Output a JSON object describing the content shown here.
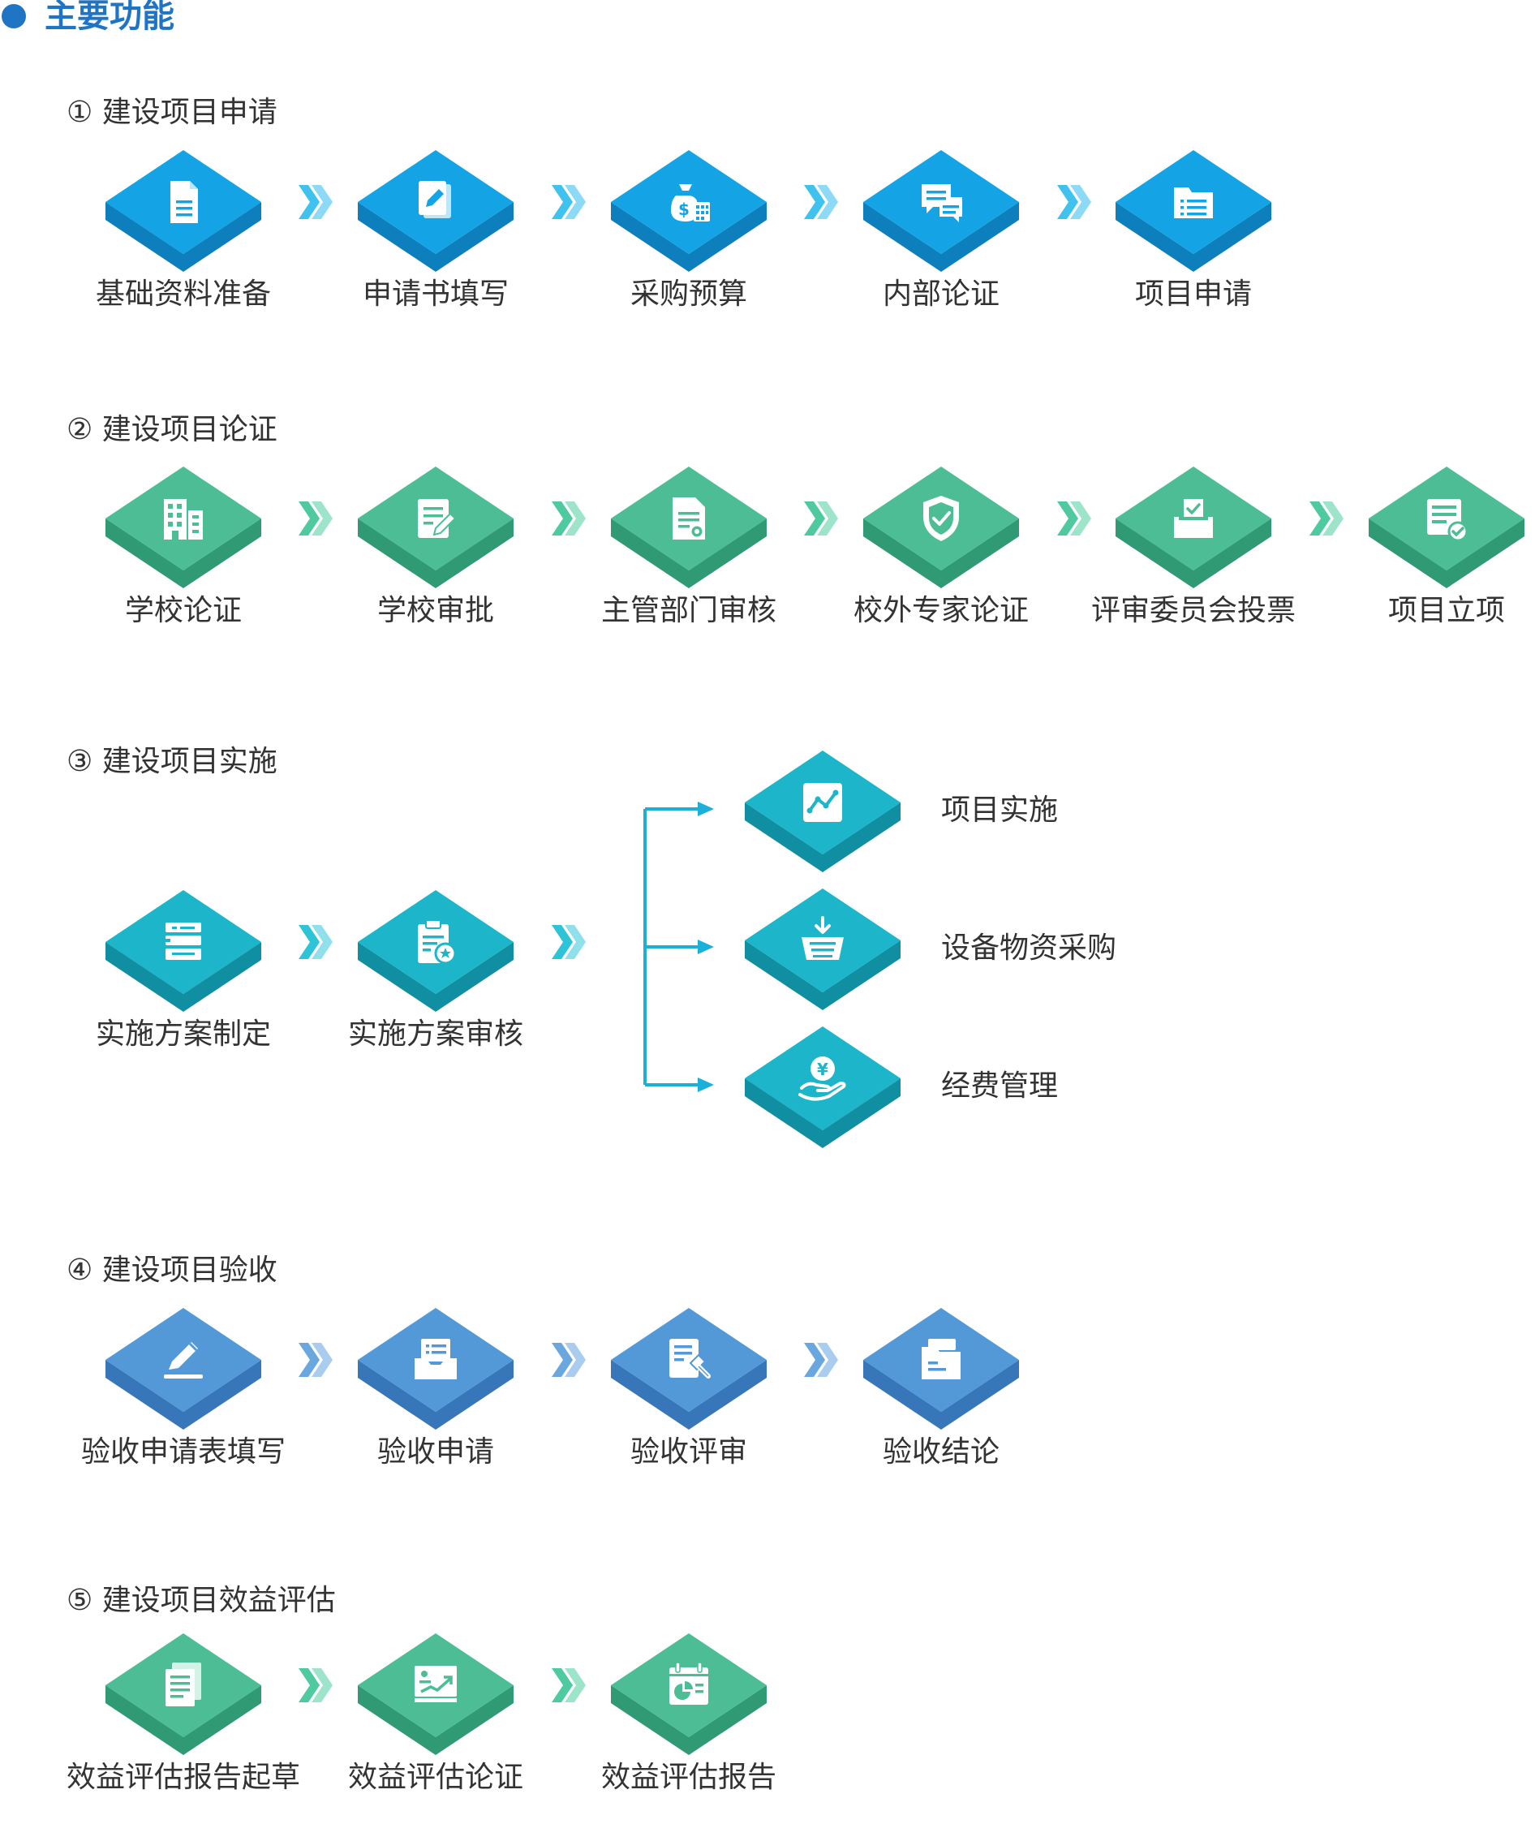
{
  "page_title": "主要功能",
  "colors": {
    "blue": "#1f74c4",
    "cyan_top": "#14a3e4",
    "cyan_side": "#0d7fbd",
    "green_top": "#4dbd95",
    "green_side": "#2f9a73",
    "teal_top": "#1cb5c9",
    "teal_side": "#0f8fa1",
    "steel_top": "#5399d7",
    "steel_side": "#3776b8"
  },
  "sections": [
    {
      "title": "① 建设项目申请",
      "steps": [
        {
          "label": "基础资料准备",
          "icon": "document-icon"
        },
        {
          "label": "申请书填写",
          "icon": "edit-pen-icon"
        },
        {
          "label": "采购预算",
          "icon": "money-bag-calculator-icon"
        },
        {
          "label": "内部论证",
          "icon": "chat-bubbles-icon"
        },
        {
          "label": "项目申请",
          "icon": "folder-list-icon"
        }
      ]
    },
    {
      "title": "② 建设项目论证",
      "steps": [
        {
          "label": "学校论证",
          "icon": "school-building-icon"
        },
        {
          "label": "学校审批",
          "icon": "approve-edit-icon"
        },
        {
          "label": "主管部门审核",
          "icon": "document-seal-icon"
        },
        {
          "label": "校外专家论证",
          "icon": "shield-check-icon"
        },
        {
          "label": "评审委员会投票",
          "icon": "ballot-box-icon"
        },
        {
          "label": "项目立项",
          "icon": "approved-file-icon"
        }
      ]
    },
    {
      "title": "③ 建设项目实施",
      "steps": [
        {
          "label": "实施方案制定",
          "icon": "stacked-plan-icon"
        },
        {
          "label": "实施方案审核",
          "icon": "clipboard-star-icon"
        }
      ],
      "branches": [
        {
          "label": "项目实施",
          "icon": "trend-chart-icon"
        },
        {
          "label": "设备物资采购",
          "icon": "shopping-basket-icon"
        },
        {
          "label": "经费管理",
          "icon": "yen-hand-icon"
        }
      ]
    },
    {
      "title": "④ 建设项目验收",
      "steps": [
        {
          "label": "验收申请表填写",
          "icon": "pencil-write-icon"
        },
        {
          "label": "验收申请",
          "icon": "inbox-letter-icon"
        },
        {
          "label": "验收评审",
          "icon": "gavel-document-icon"
        },
        {
          "label": "验收结论",
          "icon": "file-folder-icon"
        }
      ]
    },
    {
      "title": "⑤ 建设项目效益评估",
      "steps": [
        {
          "label": "效益评估报告起草",
          "icon": "report-pages-icon"
        },
        {
          "label": "效益评估论证",
          "icon": "presentation-board-icon"
        },
        {
          "label": "效益评估报告",
          "icon": "calendar-chart-icon"
        }
      ]
    }
  ]
}
